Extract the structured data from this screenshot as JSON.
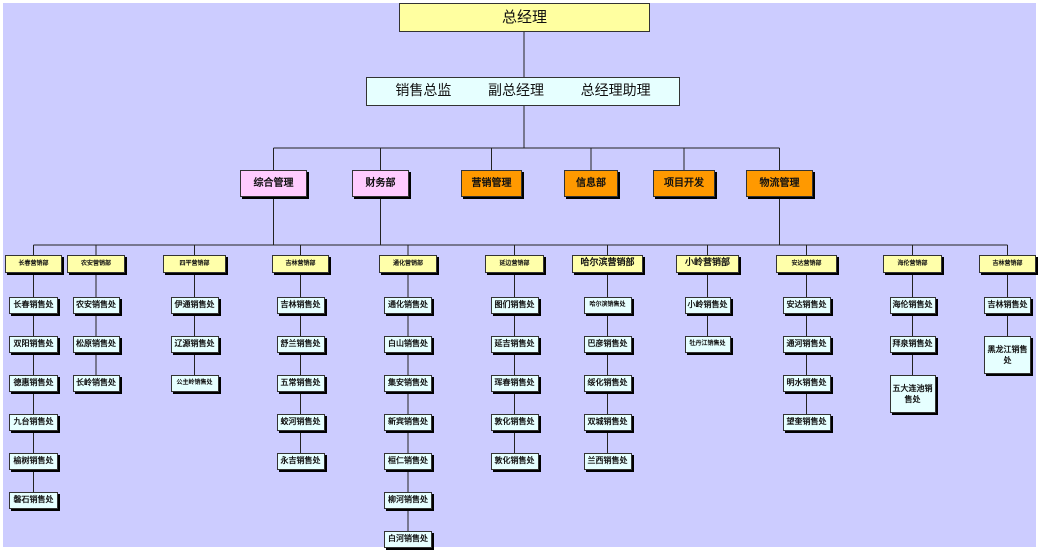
{
  "top": {
    "label": "总经理"
  },
  "exec": {
    "items": [
      "销售总监",
      "副总经理",
      "总经理助理"
    ]
  },
  "depts": [
    {
      "label": "综合管理",
      "color": "#ffccff"
    },
    {
      "label": "财务部",
      "color": "#ffccff"
    },
    {
      "label": "营销管理",
      "color": "#ff9900"
    },
    {
      "label": "信息部",
      "color": "#ff9900"
    },
    {
      "label": "项目开发",
      "color": "#ff9900"
    },
    {
      "label": "物流管理",
      "color": "#ff9900"
    }
  ],
  "regions": [
    {
      "label": "长春营销部",
      "leaves": [
        "长春销售处",
        "双阳销售处",
        "德惠销售处",
        "九台销售处",
        "榆树销售处",
        "磐石销售处"
      ]
    },
    {
      "label": "农安营销部",
      "leaves": [
        "农安销售处",
        "松原销售处",
        "长岭销售处"
      ]
    },
    {
      "label": "四平营销部",
      "leaves": [
        "伊通销售处",
        "辽源销售处",
        "公主岭销售处"
      ]
    },
    {
      "label": "吉林营销部",
      "leaves": [
        "吉林销售处",
        "舒兰销售处",
        "五常销售处",
        "蛟河销售处",
        "永吉销售处"
      ]
    },
    {
      "label": "通化营销部",
      "leaves": [
        "通化销售处",
        "白山销售处",
        "集安销售处",
        "新宾销售处",
        "桓仁销售处",
        "柳河销售处",
        "白河销售处"
      ]
    },
    {
      "label": "延边营销部",
      "leaves": [
        "图们销售处",
        "延吉销售处",
        "珲春销售处",
        "敦化销售处",
        "敦化销售处"
      ]
    },
    {
      "label": "哈尔滨营销部",
      "leaves": [
        "哈尔滨销售处",
        "巴彦销售处",
        "绥化销售处",
        "双城销售处",
        "兰西销售处"
      ]
    },
    {
      "label": "小岭营销部",
      "leaves": [
        "小岭销售处",
        "牡丹江销售处"
      ]
    },
    {
      "label": "安达营销部",
      "leaves": [
        "安达销售处",
        "通河销售处",
        "明水销售处",
        "望奎销售处"
      ]
    },
    {
      "label": "海伦营销部",
      "leaves": [
        "海伦销售处",
        "拜泉销售处",
        "五大连池销售处"
      ]
    },
    {
      "label": "吉林营销部",
      "leaves": [
        "吉林销售处",
        "黑龙江销售处"
      ]
    }
  ]
}
